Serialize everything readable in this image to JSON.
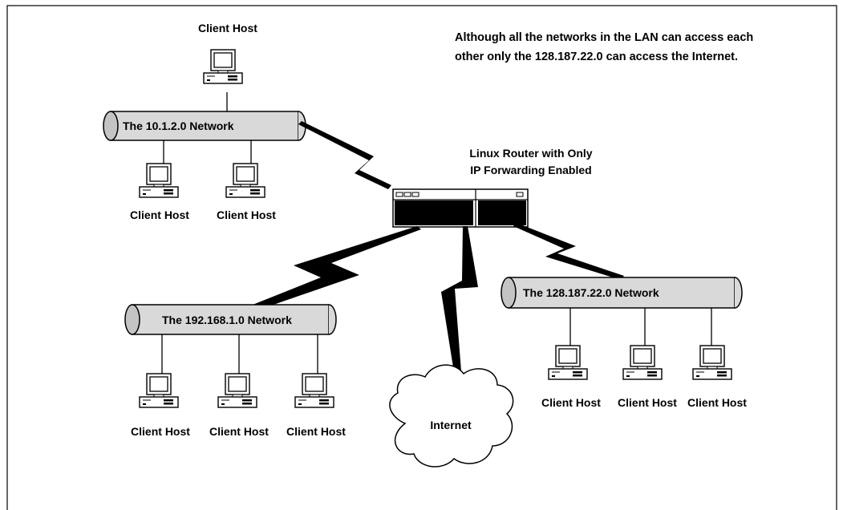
{
  "note": {
    "line1": "Although all the networks in the LAN can access each",
    "line2": "other only the 128.187.22.0 can access the Internet."
  },
  "router": {
    "label_line1": "Linux Router with Only",
    "label_line2": "IP Forwarding Enabled",
    "icon": "rack-router-icon"
  },
  "networks": {
    "net_10": {
      "label": "The 10.1.2.0 Network"
    },
    "net_192": {
      "label": "The 192.168.1.0 Network"
    },
    "net_128": {
      "label": "The 128.187.22.0 Network"
    }
  },
  "hosts": {
    "h10_top": "Client Host",
    "h10_a": "Client Host",
    "h10_b": "Client Host",
    "h192_a": "Client Host",
    "h192_b": "Client Host",
    "h192_c": "Client Host",
    "h128_a": "Client Host",
    "h128_b": "Client Host",
    "h128_c": "Client Host"
  },
  "internet": {
    "label": "Internet",
    "icon": "cloud-icon"
  },
  "icons": {
    "host": "desktop-computer-icon",
    "link": "lightning-bolt-icon"
  }
}
